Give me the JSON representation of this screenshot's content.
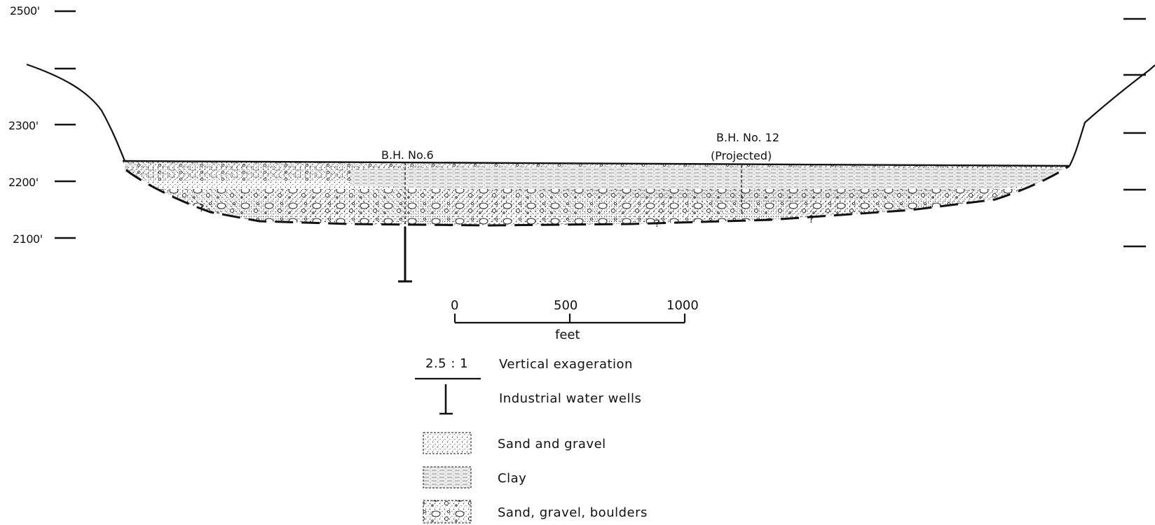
{
  "elevation_labels": {
    "e2500": "2500'",
    "e2300": "2300'",
    "e2200": "2200'",
    "e2100": "2100'"
  },
  "boreholes": {
    "bh6": {
      "label": "B.H. No.6"
    },
    "bh12": {
      "label": "B.H. No. 12",
      "note": "(Projected)"
    }
  },
  "scale_bar": {
    "ticks": [
      "0",
      "500",
      "1000"
    ],
    "unit": "feet"
  },
  "legend": {
    "ratio": "2.5 : 1",
    "vertical_exaggeration": "Vertical exageration",
    "wells": "Industrial water wells",
    "sand_gravel": "Sand and gravel",
    "clay": "Clay",
    "sand_gravel_boulders": "Sand, gravel, boulders"
  },
  "colors": {
    "ink": "#111111",
    "stipple": "#333333",
    "clay_fill": "#d9d9d9"
  }
}
